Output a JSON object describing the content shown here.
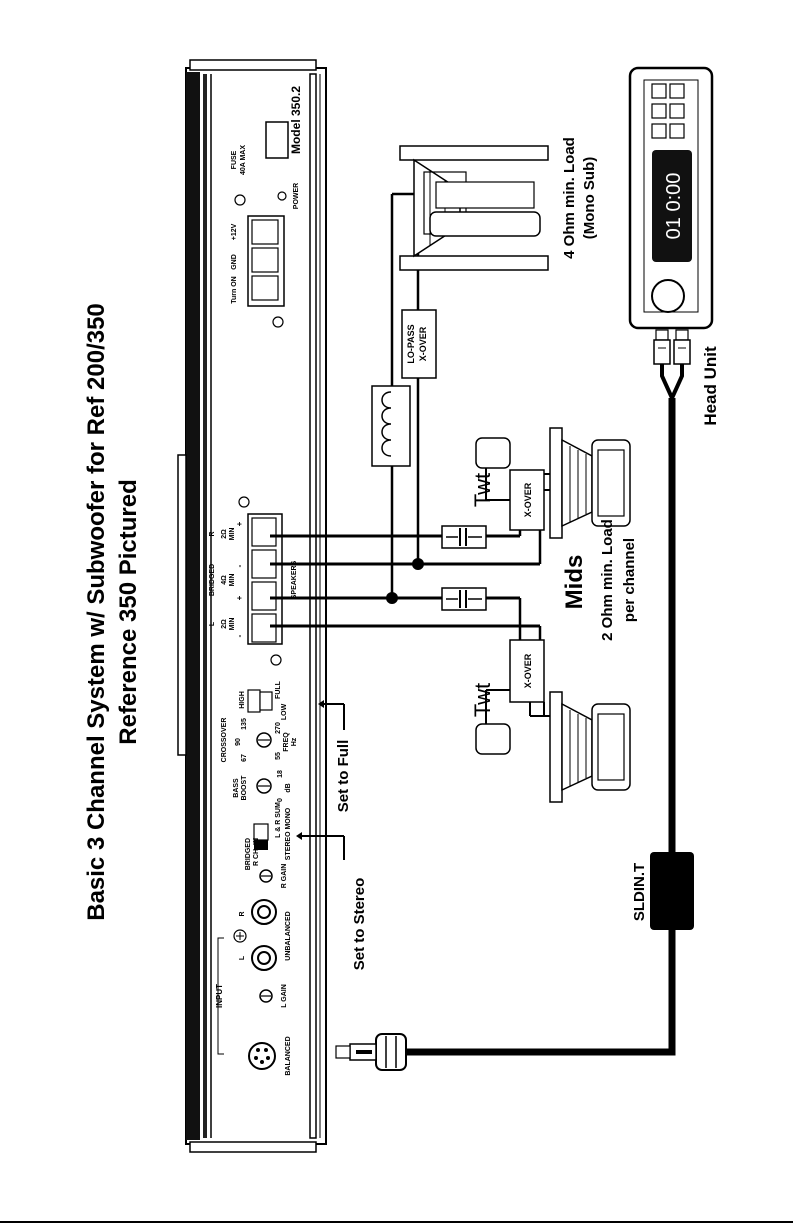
{
  "title": {
    "line1": "Basic 3 Channel System w/ Subwoofer for Ref 200/350",
    "line2": "Reference 350 Pictured"
  },
  "amp": {
    "model": "Model 350.2",
    "fuse": [
      "FUSE",
      "40A MAX"
    ],
    "power": "POWER",
    "terminals": [
      "Turn ON",
      "GND",
      "+12V"
    ],
    "input": "INPUT",
    "balanced": "BALANCED",
    "l_gain": "L GAIN",
    "l": "L",
    "r": "R",
    "unbalanced": "UNBALANCED",
    "r_gain": "R GAIN",
    "bridged_switch": [
      "BRIDGED",
      "R CH. IN"
    ],
    "stereo_mono": "STEREO MONO",
    "lr_sum": "L & R SUM",
    "bass_boost": [
      "BASS",
      "BOOST"
    ],
    "boost_0": "0",
    "boost_18": "18",
    "boost_db": "dB",
    "crossover": "CROSSOVER",
    "freq_90": "90",
    "freq_67": "67",
    "freq_135": "135",
    "freq_55": "55",
    "freq_270": "270",
    "freq_label": "FREQ",
    "hz": "Hz",
    "high": "HIGH",
    "low": "LOW",
    "full": "FULL",
    "speaker_l": "L",
    "bridged": "BRIDGED",
    "speaker_r": "R",
    "ohm_2_min_l": [
      "2Ω",
      "MIN"
    ],
    "ohm_4_min": [
      "4Ω",
      "MIN"
    ],
    "ohm_2_min_r": [
      "2Ω",
      "MIN"
    ],
    "speakers": "SPEAKERS",
    "signs": [
      "-",
      "+",
      "-",
      "+"
    ]
  },
  "annotations": {
    "set_to_stereo": "Set to Stereo",
    "set_to_full": "Set to Full",
    "sub_load": "4 Ohm min. Load",
    "mono_sub": "(Mono Sub)",
    "lo_pass": [
      "LO-PASS",
      "X-OVER"
    ],
    "xover": "X-OVER",
    "twt": "Twt",
    "mids": "Mids",
    "mids_load": "2 Ohm min. Load",
    "per_channel": "per channel",
    "head_unit": "Head Unit",
    "sldin": "SLDIN.T",
    "display": "01  0:00"
  }
}
